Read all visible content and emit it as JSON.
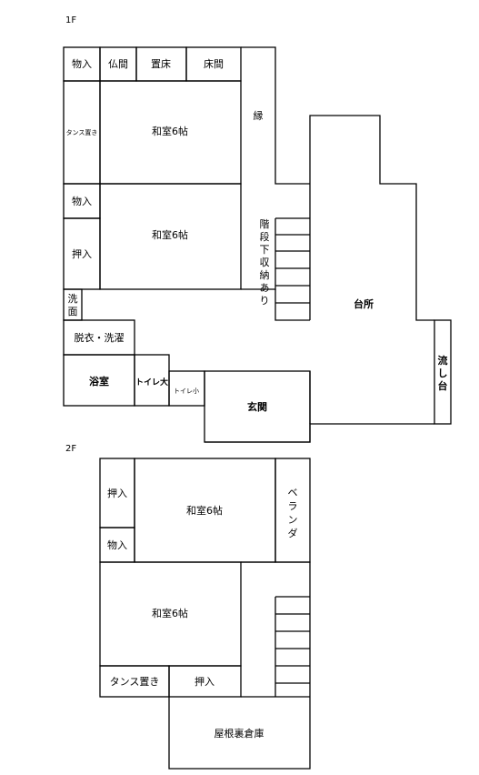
{
  "floor1": {
    "label": "1F",
    "rooms": {
      "monoire_top": "物入",
      "butsuma": "仏間",
      "okidoko": "置床",
      "tokonoma": "床間",
      "tansu_oki": "タンス置き",
      "washitsu_a": "和室6帖",
      "en": "縁",
      "monoire_mid": "物入",
      "washitsu_b": "和室6帖",
      "oshiire": "押入",
      "kaidan_v": [
        "階",
        "段",
        "下",
        "収",
        "納",
        "あ",
        "り"
      ],
      "senmen_v": [
        "洗",
        "面"
      ],
      "datsui": "脱衣・洗濯",
      "daidokoro": "台所",
      "nagashi_v": [
        "流",
        "し",
        "台"
      ],
      "yokushitsu": "浴室",
      "toilet_l": "トイレ大",
      "toilet_s": "トイレ小",
      "genkan": "玄関"
    }
  },
  "floor2": {
    "label": "2F",
    "rooms": {
      "oshiire_top": "押入",
      "monoire": "物入",
      "washitsu_a": "和室6帖",
      "veranda_v": [
        "ベ",
        "ラ",
        "ン",
        "ダ"
      ],
      "washitsu_b": "和室6帖",
      "tansu_oki": "タンス置き",
      "oshiire_bottom": "押入",
      "yaneura": "屋根裏倉庫"
    }
  }
}
